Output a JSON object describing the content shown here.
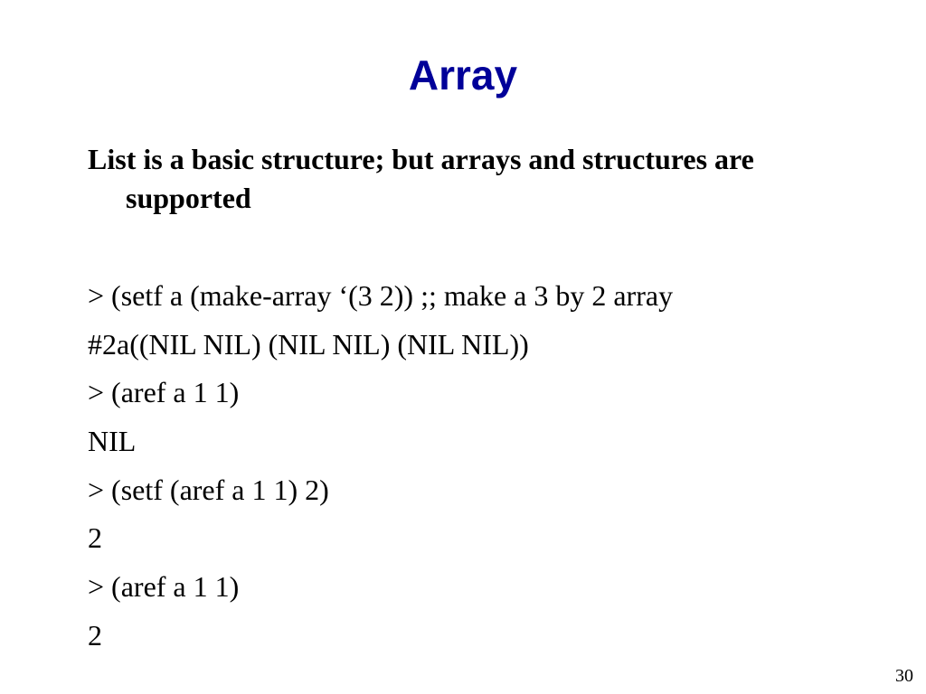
{
  "slide": {
    "title": "Array",
    "intro": "List is a basic structure; but arrays and structures are supported",
    "lines": [
      "> (setf a (make-array ‘(3 2)) ;; make a 3 by 2 array",
      "#2a((NIL NIL) (NIL NIL) (NIL NIL))",
      "> (aref a 1 1)",
      "NIL",
      "> (setf (aref a 1 1) 2)",
      "2",
      "> (aref a 1 1)",
      "2"
    ],
    "page_number": "30"
  },
  "colors": {
    "title": "#000099",
    "text": "#000000",
    "background": "#ffffff"
  }
}
